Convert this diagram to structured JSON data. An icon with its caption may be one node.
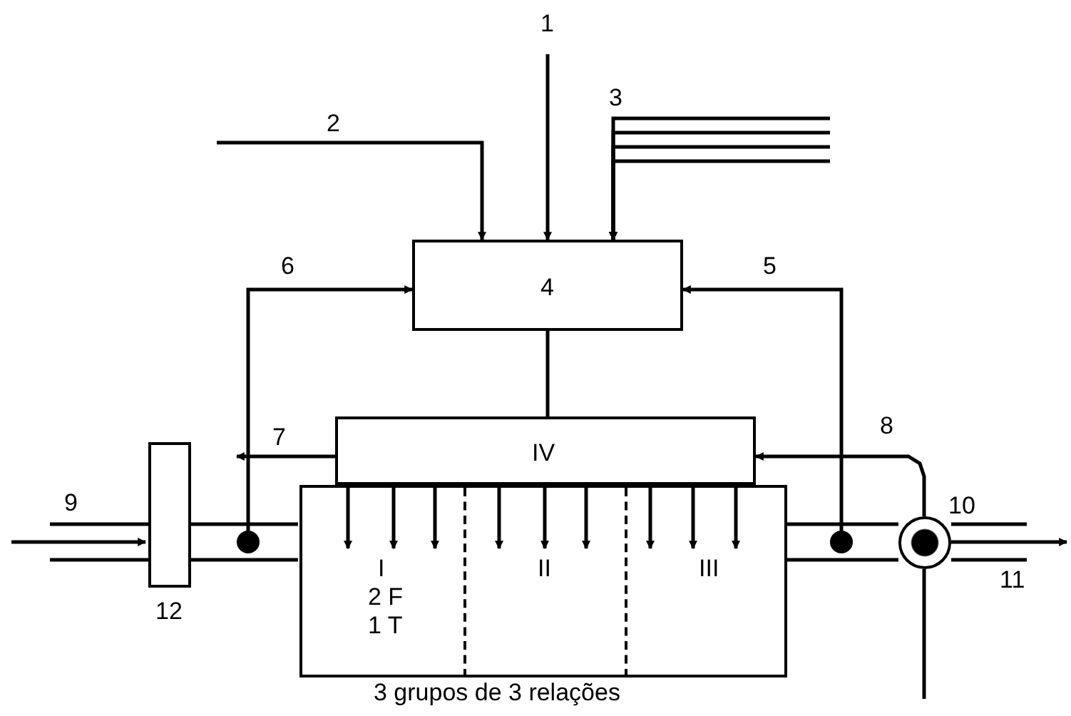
{
  "diagram": {
    "nodes": [
      {
        "text": [
          "4"
        ]
      },
      {
        "text": [
          "IV"
        ]
      },
      {
        "text": [],
        "shape": "box",
        "beside": [
          "3 grupos de 3 relações"
        ]
      },
      {
        "text": [
          "I",
          "2 F",
          "1 T"
        ],
        "in": 2
      },
      {
        "text": [
          "II"
        ],
        "in": 2
      },
      {
        "text": [
          "III"
        ],
        "in": 2
      },
      {
        "text": [
          "12"
        ]
      },
      {
        "text": [],
        "shape": "circle"
      },
      {
        "text": [],
        "shape": "circle"
      },
      {
        "text": [
          "10"
        ]
      }
    ],
    "edges": [
      {
        "from": null,
        "to": 0,
        "arrow": "to",
        "label": "1"
      },
      {
        "from": null,
        "to": 0,
        "arrow": "to",
        "label": "2"
      },
      {
        "from": null,
        "to": 0,
        "arrow": "to",
        "label": "3"
      },
      {
        "from": null,
        "to": 0,
        "arrow": "to"
      },
      {
        "from": null,
        "to": 0,
        "arrow": "to"
      },
      {
        "from": null,
        "to": 0,
        "arrow": "to"
      },
      {
        "from": 7,
        "to": 0,
        "arrow": "to",
        "label": "6"
      },
      {
        "from": 8,
        "to": 0,
        "arrow": "to",
        "label": "5"
      },
      {
        "from": 0,
        "to": 1,
        "arrow": "none"
      },
      {
        "from": 1,
        "to": null,
        "arrow": "to",
        "label": "7"
      },
      {
        "from": 9,
        "to": 1,
        "arrow": "to",
        "label": "8"
      },
      {
        "from": 1,
        "to": 3,
        "arrow": "to"
      },
      {
        "from": 1,
        "to": 3,
        "arrow": "to"
      },
      {
        "from": 1,
        "to": 3,
        "arrow": "to"
      },
      {
        "from": 1,
        "to": 4,
        "arrow": "to"
      },
      {
        "from": 1,
        "to": 4,
        "arrow": "to"
      },
      {
        "from": 1,
        "to": 4,
        "arrow": "to"
      },
      {
        "from": 1,
        "to": 5,
        "arrow": "to"
      },
      {
        "from": 1,
        "to": 5,
        "arrow": "to"
      },
      {
        "from": 1,
        "to": 5,
        "arrow": "to"
      },
      {
        "from": null,
        "to": 6,
        "arrow": "none"
      },
      {
        "from": null,
        "to": 6,
        "arrow": "to",
        "label": "9"
      },
      {
        "from": 6,
        "to": 2,
        "arrow": "none"
      },
      {
        "from": 2,
        "to": 9,
        "arrow": "none"
      },
      {
        "from": 9,
        "to": null,
        "arrow": "none"
      },
      {
        "from": 9,
        "to": null,
        "arrow": "to",
        "label": "11"
      },
      {
        "from": 9,
        "to": null,
        "arrow": "none"
      }
    ]
  }
}
